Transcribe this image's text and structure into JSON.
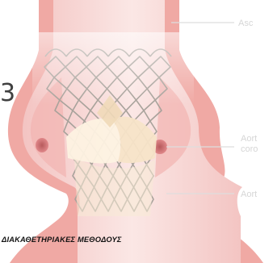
{
  "step_number": "3",
  "labels": {
    "ascending": "Asc",
    "coronary_line1": "Aort",
    "coronary_line2": "coro",
    "aortic_annulus": "Aort"
  },
  "caption": "ΔΙΑΚΑΘΕΤΗΡΙΑΚΕΣ ΜΕΘΟΔΟΥΣ",
  "colors": {
    "vessel_wall": "#f0a9a4",
    "vessel_lumen": "#f8dedd",
    "coronary_ostium": "#c66a6b",
    "stent_frame": "#a8a29b",
    "valve_leaflet": "#fdf2e2",
    "label_text": "#d6d6d6",
    "caption_text": "#111111"
  }
}
